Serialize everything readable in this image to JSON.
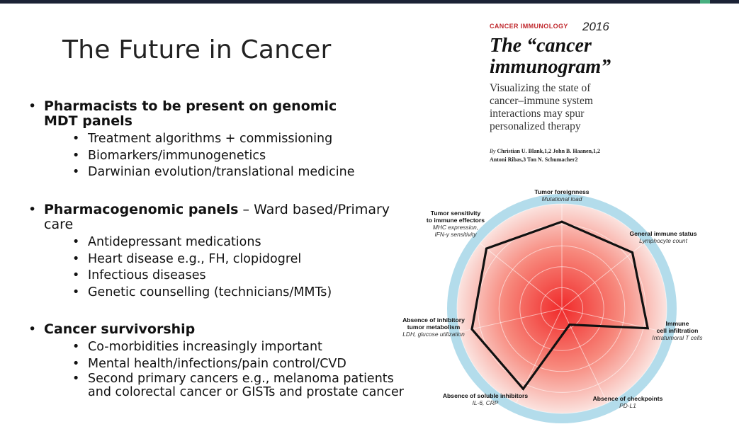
{
  "slide": {
    "title": "The Future in Cancer",
    "sections": [
      {
        "heading_bold": "Pharmacists to be present on genomic MDT panels",
        "heading_rest": "",
        "items": [
          "Treatment algorithms + commissioning",
          "Biomarkers/immunogenetics",
          "Darwinian evolution/translational medicine"
        ]
      },
      {
        "heading_bold": "Pharmacogenomic panels",
        "heading_rest": " – Ward based/Primary care",
        "items": [
          "Antidepressant medications",
          "Heart disease e.g., FH, clopidogrel",
          "Infectious diseases",
          "Genetic counselling (technicians/MMTs)"
        ]
      },
      {
        "heading_bold": "Cancer survivorship",
        "heading_rest": "",
        "items": [
          "Co-morbidities increasingly important",
          "Mental health/infections/pain control/CVD",
          "Second primary cancers e.g., melanoma patients and colorectal cancer or GISTs and prostate cancer"
        ]
      }
    ]
  },
  "article": {
    "kicker": "CANCER IMMUNOLOGY",
    "year": "2016",
    "title_line1": "The “cancer",
    "title_line2": "immunogram”",
    "subtitle": "Visualizing the state of cancer–immune system interactions may spur personalized therapy",
    "by": "By",
    "authors_line1": "Christian U. Blank,1,2 John B. Haanen,1,2",
    "authors_line2": "Antoni Ribas,3 Ton N. Schumacher2"
  },
  "colors": {
    "outer_ring": "#b3dceb",
    "plot_center": "#f02a2a",
    "plot_edge": "#fbe3df",
    "outline": "#111111",
    "kicker": "#c0282d"
  },
  "chart_data": {
    "type": "radar",
    "axes": [
      {
        "label": "Tumor foreignness",
        "sub": "Mutational load"
      },
      {
        "label": "General immune status",
        "sub": "Lymphocyte count"
      },
      {
        "label": "Immune cell infiltration",
        "sub": "Intratumoral T cells"
      },
      {
        "label": "Absence of checkpoints",
        "sub": "PD-L1"
      },
      {
        "label": "Absence of soluble inhibitors",
        "sub": "IL-6, CRP"
      },
      {
        "label": "Absence of inhibitory tumor metabolism",
        "sub": "LDH, glucose utilization"
      },
      {
        "label": "Tumor sensitivity to immune effectors",
        "sub": "MHC expression, IFN-γ sensitivity"
      }
    ],
    "values": [
      0.83,
      0.86,
      0.84,
      0.17,
      0.85,
      0.88,
      0.92
    ],
    "scale_max": 1,
    "rings": 5,
    "gridlines": true
  }
}
